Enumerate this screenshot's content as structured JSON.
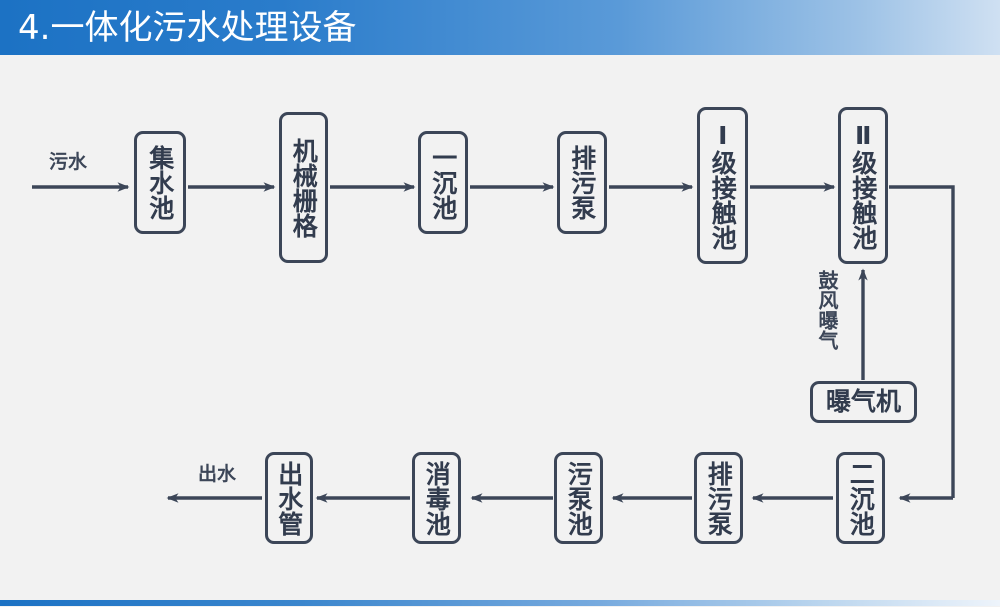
{
  "slide": {
    "title": "4.一体化污水处理设备",
    "title_bar_color_start": "#1c72c4",
    "title_bar_color_end": "#cfe0f2",
    "background_color": "#f2f2f2",
    "stroke_color": "#3c4658"
  },
  "diagram": {
    "type": "process-flow",
    "row1_nodes": [
      {
        "id": "collection-tank",
        "label": "集水池",
        "orientation": "vertical"
      },
      {
        "id": "mechanical-grille",
        "label": "机械栅格",
        "orientation": "vertical"
      },
      {
        "id": "primary-sedimentation-tank",
        "label": "一沉池",
        "orientation": "vertical"
      },
      {
        "id": "sewage-pump-1",
        "label": "排污泵",
        "orientation": "vertical"
      },
      {
        "id": "contact-tank-1",
        "label": "Ⅰ级接触池",
        "orientation": "vertical"
      },
      {
        "id": "contact-tank-2",
        "label": "Ⅱ级接触池",
        "orientation": "vertical"
      }
    ],
    "aerator_node": {
      "id": "aerator",
      "label": "曝气机",
      "orientation": "horizontal"
    },
    "row2_nodes": [
      {
        "id": "outlet-pipe",
        "label": "出水管",
        "orientation": "vertical"
      },
      {
        "id": "disinfection-tank",
        "label": "消毒池",
        "orientation": "vertical"
      },
      {
        "id": "sludge-pump-tank",
        "label": "污泵池",
        "orientation": "vertical"
      },
      {
        "id": "sewage-pump-2",
        "label": "排污泵",
        "orientation": "vertical"
      },
      {
        "id": "secondary-sedimentation-tank",
        "label": "二沉池",
        "orientation": "vertical"
      }
    ],
    "edge_labels": {
      "inlet": "污水",
      "outlet": "出水",
      "blower_aeration": "鼓风曝气"
    }
  }
}
